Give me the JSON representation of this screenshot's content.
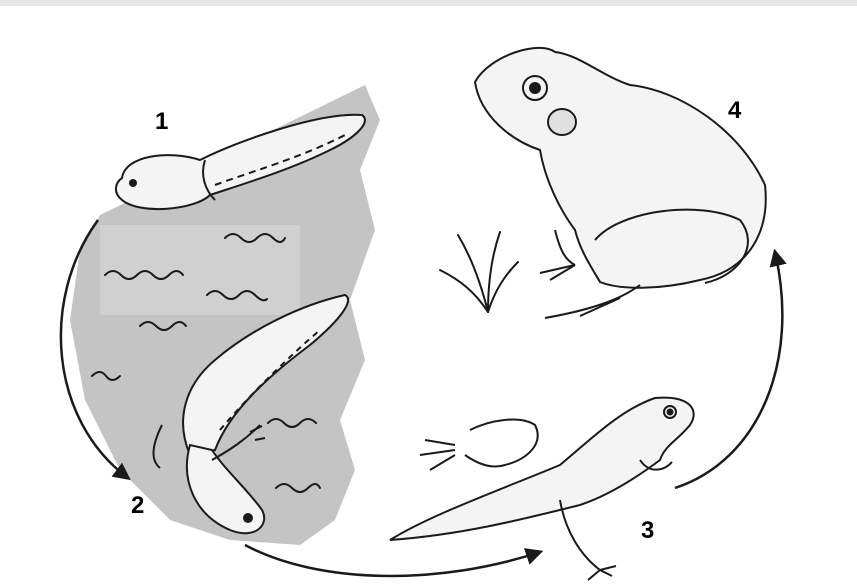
{
  "stage_labels": [
    "1",
    "2",
    "3",
    "4"
  ],
  "colors": {
    "water": "#c4c4c4",
    "line": "#1a1a1a",
    "fill": "#f4f4f4"
  }
}
